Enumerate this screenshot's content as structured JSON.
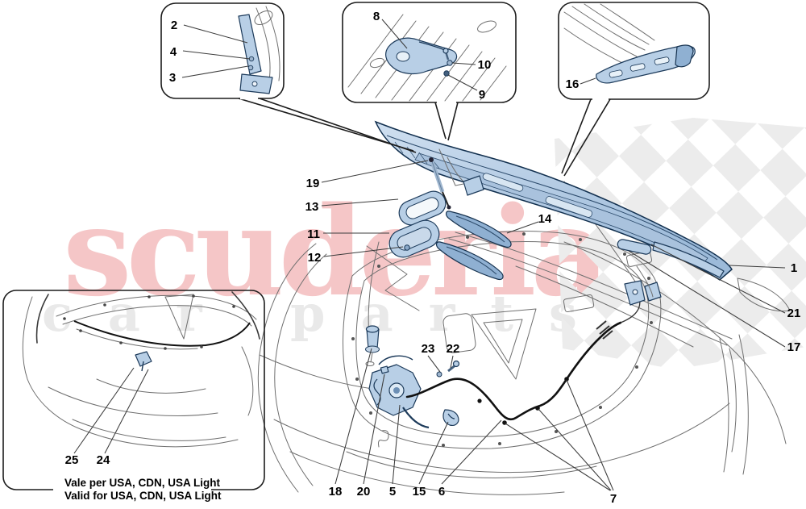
{
  "watermarks": {
    "primary": "scuderia",
    "secondary": "car parts"
  },
  "notes": {
    "line1": "Vale per USA, CDN, USA Light",
    "line2": "Valid for USA, CDN, USA Light"
  },
  "callouts": {
    "c1": "1",
    "c2": "2",
    "c3": "3",
    "c4": "4",
    "c5": "5",
    "c6": "6",
    "c7": "7",
    "c8": "8",
    "c9": "9",
    "c10": "10",
    "c11": "11",
    "c12": "12",
    "c13": "13",
    "c14": "14",
    "c15": "15",
    "c16": "16",
    "c17": "17",
    "c18": "18",
    "c19": "19",
    "c20": "20",
    "c21": "21",
    "c22": "22",
    "c23": "23",
    "c24": "24",
    "c25": "25"
  },
  "colors": {
    "part_fill": "#b8cfe6",
    "part_outline": "#1c3a5a",
    "body_line": "#6f6f6f",
    "watermark_pink": "#f5c6c7",
    "watermark_gray": "#e9e9e9",
    "checker_gray": "#ececec",
    "background": "#ffffff"
  }
}
